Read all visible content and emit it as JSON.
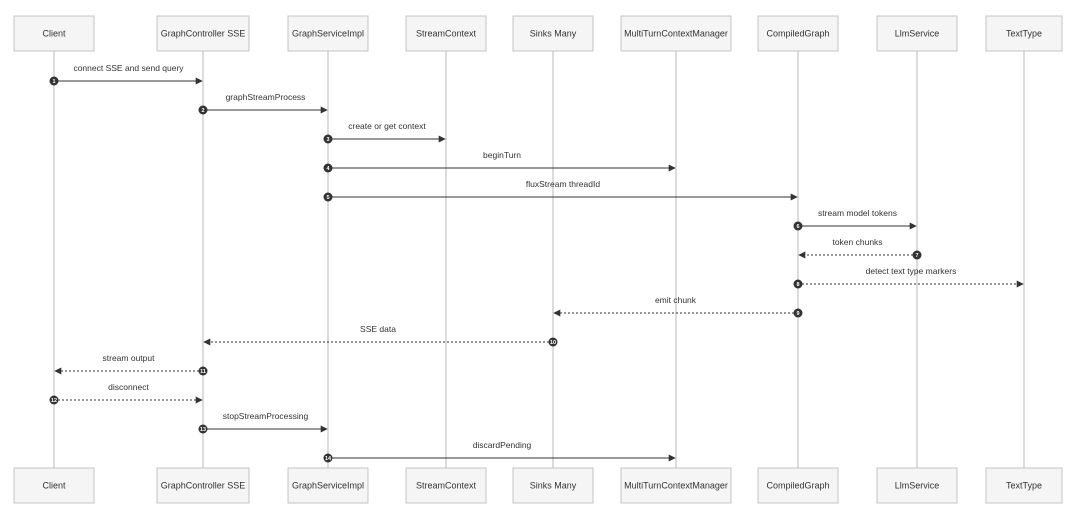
{
  "actors": [
    "Client",
    "GraphController SSE",
    "GraphServiceImpl",
    "StreamContext",
    "Sinks Many",
    "MultiTurnContextManager",
    "CompiledGraph",
    "LlmService",
    "TextType"
  ],
  "messages": [
    {
      "n": "1",
      "from": 0,
      "to": 1,
      "label": "connect SSE and send query",
      "style": "solid"
    },
    {
      "n": "2",
      "from": 1,
      "to": 2,
      "label": "graphStreamProcess",
      "style": "solid"
    },
    {
      "n": "3",
      "from": 2,
      "to": 3,
      "label": "create or get context",
      "style": "solid"
    },
    {
      "n": "4",
      "from": 2,
      "to": 5,
      "label": "beginTurn",
      "style": "solid"
    },
    {
      "n": "5",
      "from": 2,
      "to": 6,
      "label": "fluxStream threadId",
      "style": "solid"
    },
    {
      "n": "6",
      "from": 6,
      "to": 7,
      "label": "stream model tokens",
      "style": "solid"
    },
    {
      "n": "7",
      "from": 7,
      "to": 6,
      "label": "token chunks",
      "style": "dashed"
    },
    {
      "n": "8",
      "from": 6,
      "to": 8,
      "label": "detect text type markers",
      "style": "dashed"
    },
    {
      "n": "9",
      "from": 6,
      "to": 4,
      "label": "emit chunk",
      "style": "dashed"
    },
    {
      "n": "10",
      "from": 4,
      "to": 1,
      "label": "SSE data",
      "style": "dashed"
    },
    {
      "n": "11",
      "from": 1,
      "to": 0,
      "label": "stream output",
      "style": "dashed"
    },
    {
      "n": "12",
      "from": 0,
      "to": 1,
      "label": "disconnect",
      "style": "dashed"
    },
    {
      "n": "13",
      "from": 1,
      "to": 2,
      "label": "stopStreamProcessing",
      "style": "solid"
    },
    {
      "n": "14",
      "from": 2,
      "to": 5,
      "label": "discardPending",
      "style": "solid"
    }
  ]
}
